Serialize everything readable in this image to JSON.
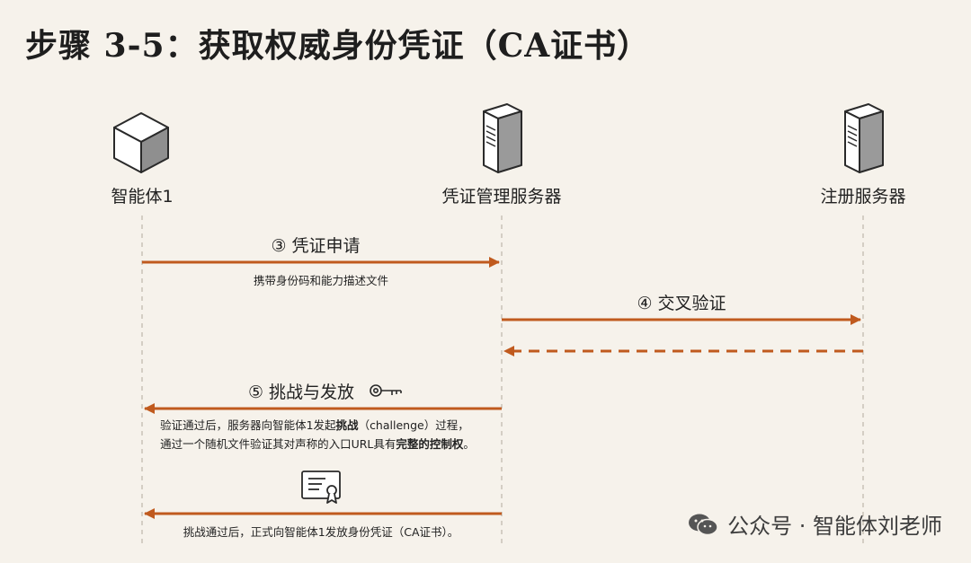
{
  "title": "步骤 3-5：获取权威身份凭证（CA证书）",
  "actors": [
    {
      "name": "智能体1",
      "icon": "cube-icon"
    },
    {
      "name": "凭证管理服务器",
      "icon": "server-icon"
    },
    {
      "name": "注册服务器",
      "icon": "server-icon"
    }
  ],
  "steps": {
    "step3": {
      "label": "③ 凭证申请",
      "note": "携带身份码和能力描述文件"
    },
    "step4": {
      "label": "④ 交叉验证"
    },
    "step5": {
      "label": "⑤ 挑战与发放",
      "icon": "key-icon",
      "note_line1_a": "验证通过后，服务器向智能体1发起",
      "note_line1_b": "挑战",
      "note_line1_c": "（challenge）过程，",
      "note_line2_a": "通过一个随机文件验证其对声称的入口URL具有",
      "note_line2_b": "完整的控制权",
      "note_line2_c": "。"
    },
    "issue": {
      "icon": "certificate-icon",
      "note": "挑战通过后，正式向智能体1发放身份凭证（CA证书）。"
    }
  },
  "watermark": {
    "text": "公众号 · 智能体刘老师",
    "icon": "wechat-icon"
  },
  "colors": {
    "arrow": "#c05a1e",
    "lifeline": "#c8c2b8",
    "background": "#f6f2eb"
  }
}
